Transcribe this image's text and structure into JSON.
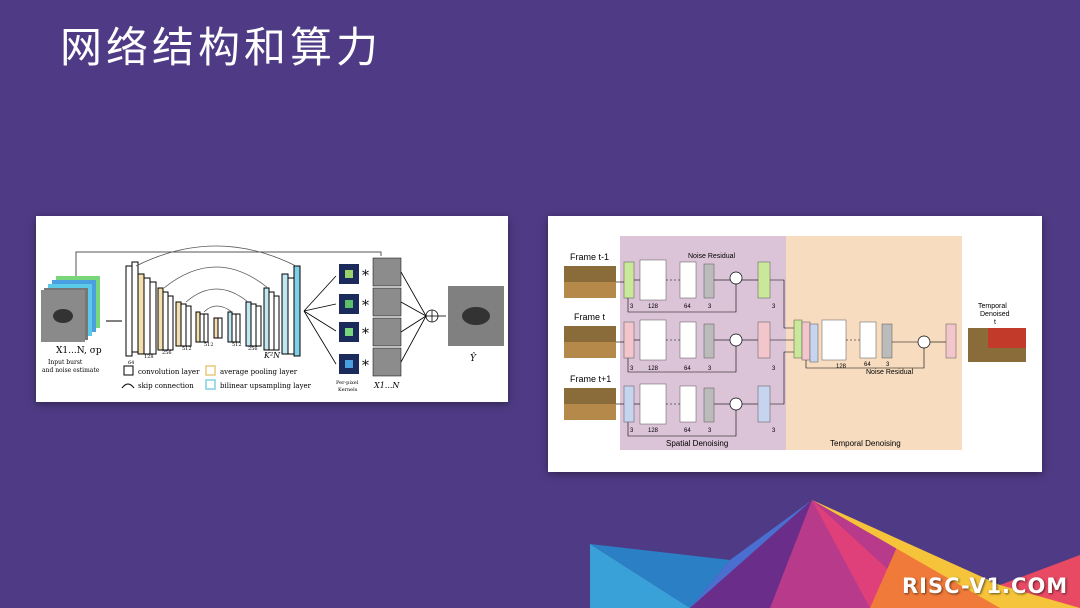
{
  "slide": {
    "title": "网络结构和算力",
    "watermark": "RISC-V1.COM"
  },
  "left_figure": {
    "input_label": "X1...N, σp",
    "input_caption_1": "Input burst",
    "input_caption_2": "and noise estimate",
    "channels": [
      "64",
      "128",
      "256",
      "512",
      "512",
      "512",
      "256"
    ],
    "k2n": "K²N",
    "kernels_caption_1": "Per-pixel",
    "kernels_caption_2": "Kernels",
    "stack_label": "X1...N",
    "output_label": "Ŷ",
    "legend": {
      "conv": "convolution layer",
      "avgpool": "average pooling layer",
      "skip": "skip connection",
      "upsample": "bilinear upsampling layer"
    },
    "colors": {
      "avgpool": "#e8c77a",
      "upsample": "#7fd0e6"
    }
  },
  "right_figure": {
    "frames": [
      "Frame t-1",
      "Frame t",
      "Frame t+1"
    ],
    "noise_residual_top": "Noise Residual",
    "noise_residual_right": "Noise Residual",
    "spatial_label": "Spatial Denoising",
    "temporal_label": "Temporal Denoising",
    "output_label_1": "Temporal",
    "output_label_2": "Denoised",
    "output_label_3": "t",
    "dims": {
      "a": "3",
      "b": "128",
      "c": "64",
      "d": "3"
    },
    "colors": {
      "spatial_bg": "#dcc4d8",
      "temporal_bg": "#f7dcc0",
      "green": "#c9e89a",
      "pink": "#f3c6cc",
      "blue": "#c6d4ef"
    }
  }
}
